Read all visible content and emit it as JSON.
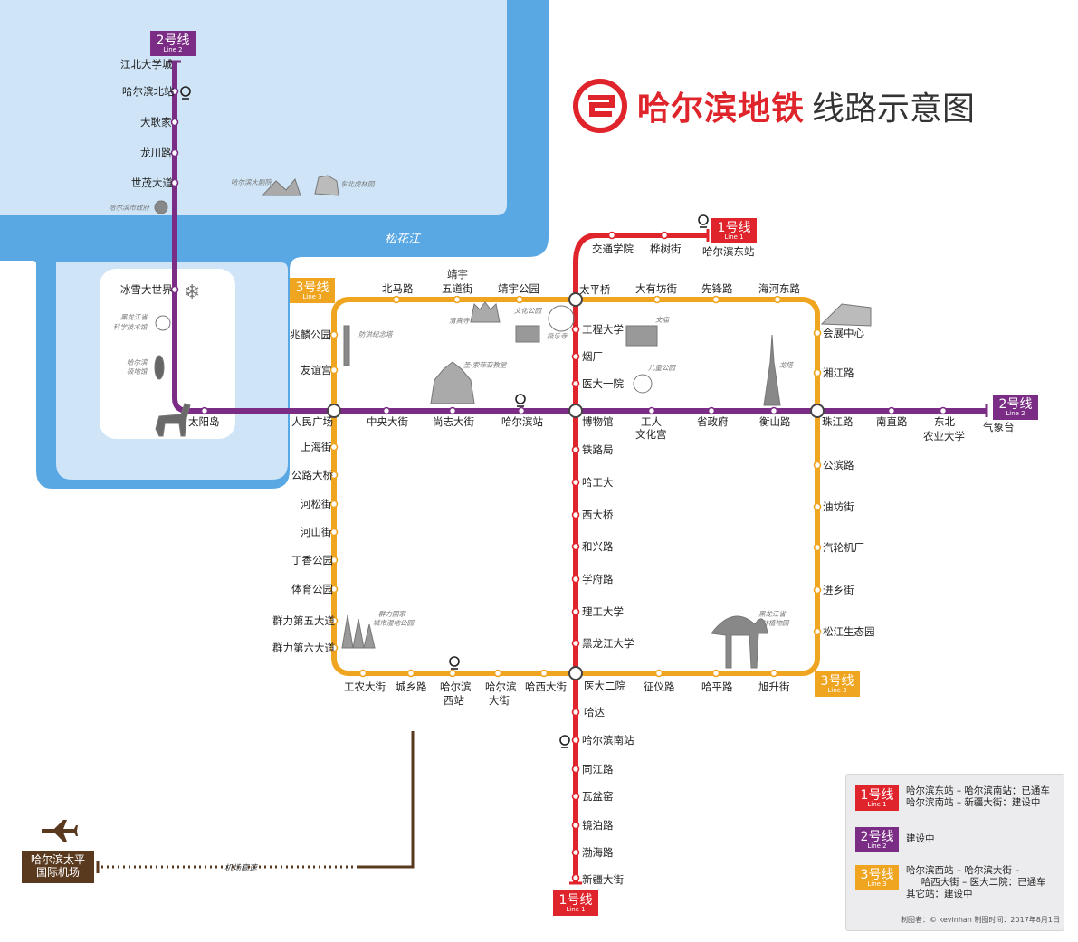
{
  "title": {
    "main": "哈尔滨地铁",
    "sub": "线路示意图"
  },
  "colors": {
    "line1": "#e0242b",
    "line2": "#7b2d86",
    "line3": "#f0a521",
    "water": "#cfe5f7",
    "river": "#4aa3e2",
    "airport_line": "#5a3a1f"
  },
  "river_label": "松花江",
  "badges": {
    "line1_top": {
      "num": "1号线",
      "en": "Line 1"
    },
    "line1_bottom": {
      "num": "1号线",
      "en": "Line 1"
    },
    "line2_top": {
      "num": "2号线",
      "en": "Line 2"
    },
    "line2_right": {
      "num": "2号线",
      "en": "Line 2"
    },
    "line3_top": {
      "num": "3号线",
      "en": "Line 3"
    },
    "line3_bottom": {
      "num": "3号线",
      "en": "Line 3"
    }
  },
  "stations": {
    "s_jiangbei": "江北大学城",
    "s_hebei": "哈尔滨北站",
    "s_dageng": "大耿家",
    "s_longchuan": "龙川路",
    "s_shimao": "世茂大道",
    "s_bingxue": "冰雪大世界",
    "s_taiyang": "太阳岛",
    "s_renmin": "人民广场",
    "s_zhongyang": "中央大街",
    "s_shangzhi": "尚志大街",
    "s_hazhan": "哈尔滨站",
    "s_bowuguan": "博物馆",
    "s_gongren1": "工人",
    "s_gongren2": "文化宫",
    "s_shengzhengfu": "省政府",
    "s_hengshan": "衡山路",
    "s_zhujiang": "珠江路",
    "s_nanzhi": "南直路",
    "s_nongda1": "东北",
    "s_nongda2": "农业大学",
    "s_qixiang": "气象台",
    "s_jiaotong": "交通学院",
    "s_huashu": "桦树街",
    "s_hadong": "哈尔滨东站",
    "s_taiping": "太平桥",
    "s_gongcheng": "工程大学",
    "s_yanchang": "烟厂",
    "s_yida1": "医大一院",
    "s_tielu": "铁路局",
    "s_hagongda": "哈工大",
    "s_xidaqiao": "西大桥",
    "s_hexing": "和兴路",
    "s_xuefu": "学府路",
    "s_ligong": "理工大学",
    "s_heida": "黑龙江大学",
    "s_yida2": "医大二院",
    "s_hada": "哈达",
    "s_hanan": "哈尔滨南站",
    "s_tongjiang": "同江路",
    "s_wapen": "瓦盆窑",
    "s_jingbo": "镜泊路",
    "s_bohai": "渤海路",
    "s_xinjiang": "新疆大街",
    "s_beima": "北马路",
    "s_jingyu1": "靖宇",
    "s_jingyu2": "五道街",
    "s_jingyugy": "靖宇公园",
    "s_dayou": "大有坊街",
    "s_xianfeng": "先锋路",
    "s_haihe": "海河东路",
    "s_zhaolin": "兆麟公园",
    "s_youyi": "友谊宫",
    "s_shanghai": "上海街",
    "s_gonglu": "公路大桥",
    "s_hesong": "河松街",
    "s_heshan": "河山街",
    "s_dingxiang": "丁香公园",
    "s_tiyu": "体育公园",
    "s_qunli5": "群力第五大道",
    "s_qunli6": "群力第六大道",
    "s_gongnong": "工农大街",
    "s_chengxiang": "城乡路",
    "s_haxi1": "哈尔滨",
    "s_haxi2": "西站",
    "s_hada1": "哈尔滨",
    "s_hada2": "大街",
    "s_haxidajie": "哈西大街",
    "s_zhengyi": "征仪路",
    "s_haping": "哈平路",
    "s_xusheng": "旭升街",
    "s_huizhan": "会展中心",
    "s_xiangjiang": "湘江路",
    "s_gongbin": "公滨路",
    "s_youfang": "油坊街",
    "s_qilun": "汽轮机厂",
    "s_jinxiang": "进乡街",
    "s_songjiang": "松江生态园"
  },
  "landmarks": {
    "l_juyuan": "哈尔滨大剧院",
    "l_hulin": "东北虎林园",
    "l_shizhengfu": "哈尔滨市政府",
    "l_kejiguan1": "黑龙江省",
    "l_kejiguan2": "科学技术馆",
    "l_jidi1": "哈尔滨",
    "l_jidi2": "极地馆",
    "l_fanghong": "防洪纪念塔",
    "l_qingzhen": "清真寺",
    "l_wenhua": "文化公园",
    "l_jile": "极乐寺",
    "l_sofia": "圣·索菲亚教堂",
    "l_wenmiao": "文庙",
    "l_ertong": "儿童公园",
    "l_longta": "龙塔",
    "l_shidi1": "群力国家",
    "l_shidi2": "城市湿地公园",
    "l_senlin1": "黑龙江省",
    "l_senlin2": "森林植物园",
    "l_expressway": "机场高速"
  },
  "airport": {
    "line1": "哈尔滨太平",
    "line2": "国际机场"
  },
  "legend": {
    "items": [
      {
        "num": "1号线",
        "en": "Line 1",
        "text": "哈尔滨东站 – 哈尔滨南站：已通车\n哈尔滨南站 – 新疆大街：建设中"
      },
      {
        "num": "2号线",
        "en": "Line 2",
        "text": "建设中"
      },
      {
        "num": "3号线",
        "en": "Line 3",
        "text": "哈尔滨西站 – 哈尔滨大街 –\n     哈西大街 – 医大二院：已通车\n其它站：建设中"
      }
    ],
    "credit": "制图者：© kevinhan   制图时间：2017年8月1日"
  }
}
